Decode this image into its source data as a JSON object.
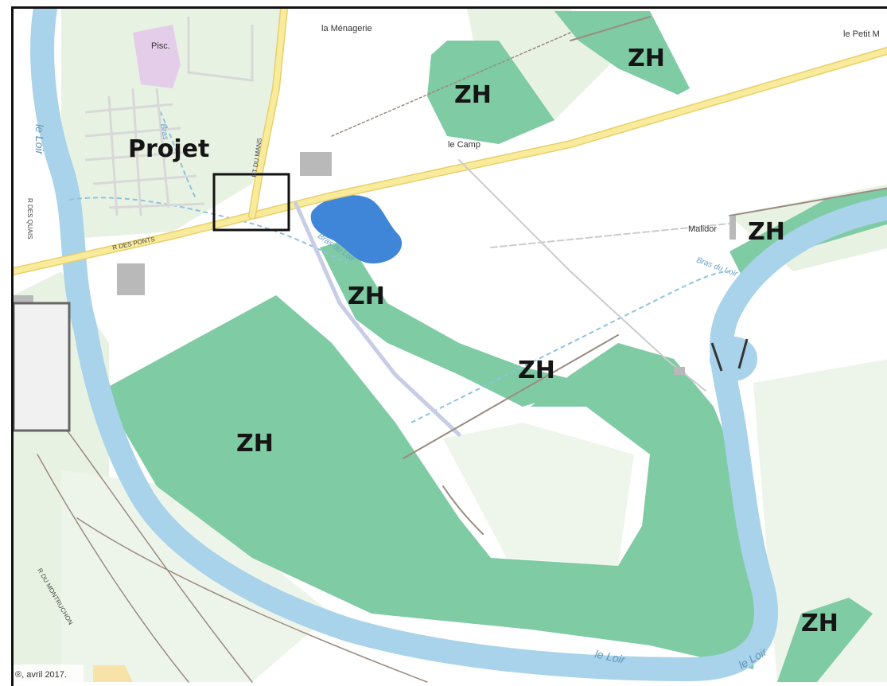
{
  "map": {
    "zone_label": "ZH",
    "project_label": "Projet",
    "copyright": "®, avril 2017.",
    "places": {
      "menagerie": "la Ménagerie",
      "petit": "le Petit M",
      "camp": "le Camp",
      "malidor": "Malidor",
      "pisc": "Pisc."
    },
    "roads": {
      "du_mans": "RT DU MANS",
      "des_ponts": "R DES PONTS",
      "des_quais": "R DES QUAIS",
      "montruchon": "R DU MONTRUCHON"
    },
    "waterways": {
      "loir": "le Loir",
      "bras_du_loir": "Bras du Loir",
      "bras": "Bras"
    },
    "colors": {
      "wetland": "#7fcba4",
      "river": "#a9d3ea",
      "lake": "#3f86d8",
      "road_main": "#f3e18a",
      "background": "#ffffff"
    }
  }
}
